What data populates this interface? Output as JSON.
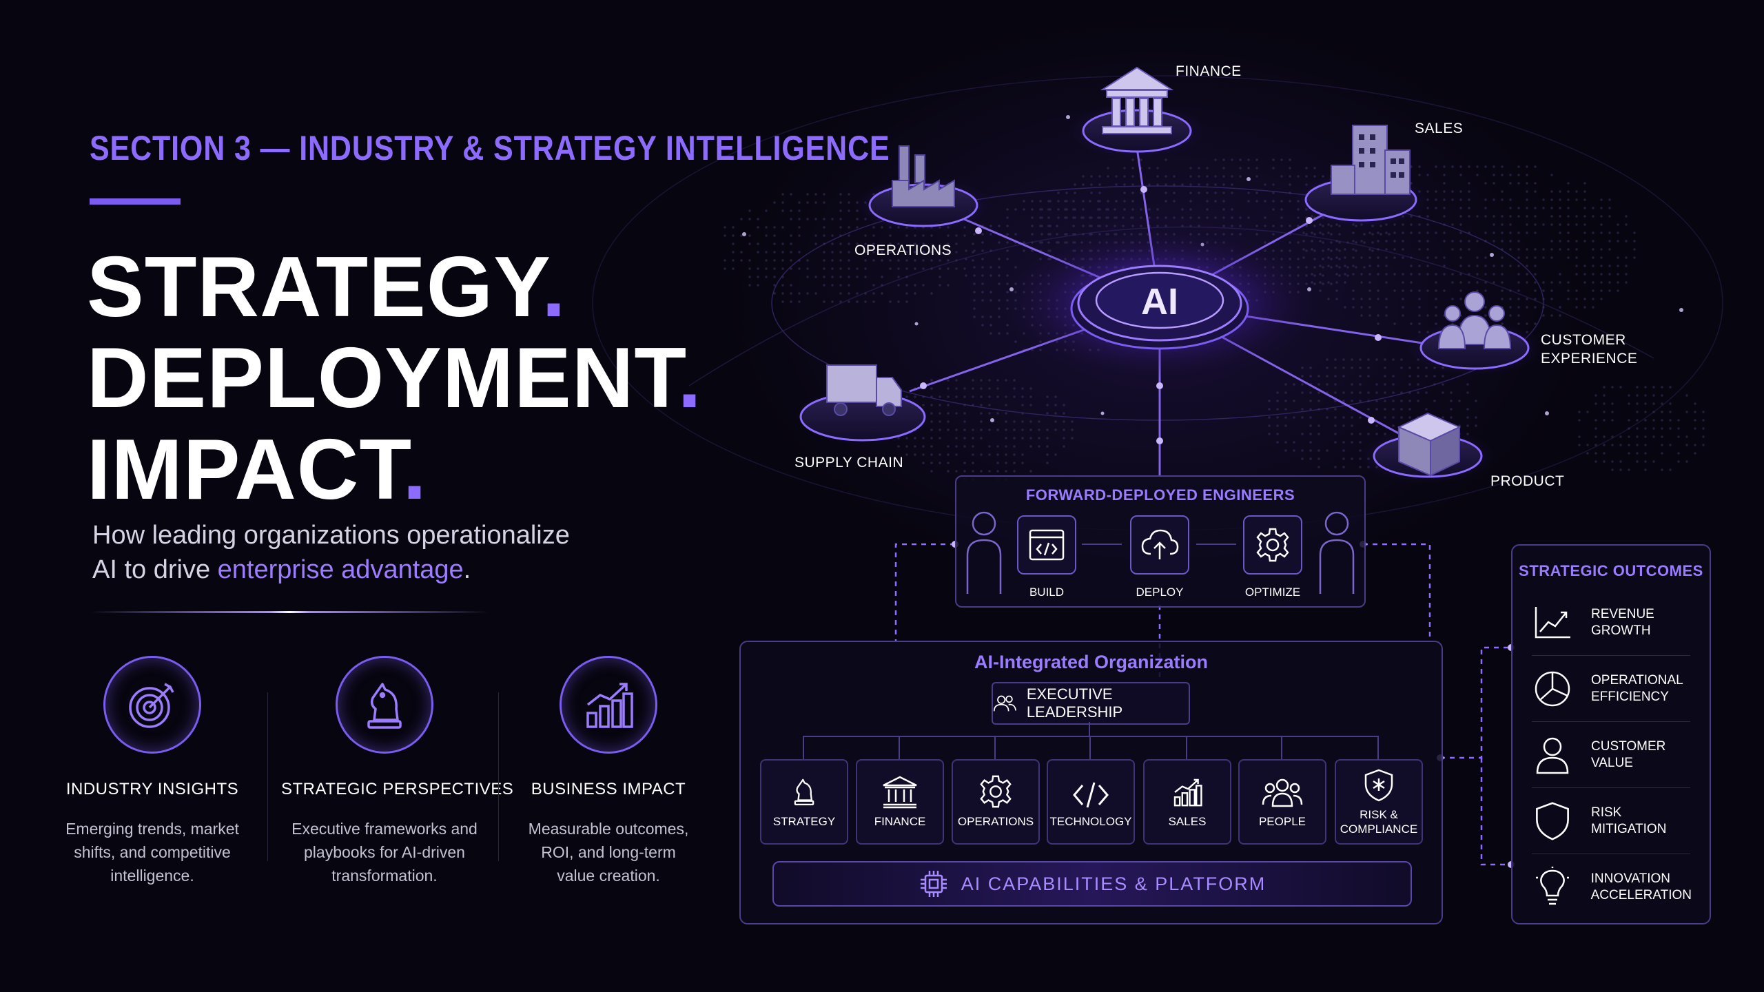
{
  "section": {
    "title": "SECTION 3 — INDUSTRY & STRATEGY INTELLIGENCE"
  },
  "hero": {
    "line1": "STRATEGY",
    "line2": "DEPLOYMENT",
    "line3": "IMPACT",
    "dot": "."
  },
  "subtitle": {
    "line1": "How leading organizations operationalize",
    "line2_prefix": "AI to drive ",
    "line2_accent": "enterprise advantage",
    "line2_suffix": "."
  },
  "features": [
    {
      "icon": "target-icon",
      "title": "INDUSTRY INSIGHTS",
      "desc": [
        "Emerging trends, market",
        "shifts, and competitive",
        "intelligence."
      ]
    },
    {
      "icon": "chess-knight-icon",
      "title": "STRATEGIC PERSPECTIVES",
      "desc": [
        "Executive frameworks and",
        "playbooks for AI-driven",
        "transformation."
      ]
    },
    {
      "icon": "bar-chart-growth-icon",
      "title": "BUSINESS IMPACT",
      "desc": [
        "Measurable outcomes,",
        "ROI, and long-term",
        "value creation."
      ]
    }
  ],
  "network": {
    "hub": "AI",
    "nodes": [
      {
        "id": "finance",
        "label": "FINANCE",
        "icon": "bank-icon"
      },
      {
        "id": "sales",
        "label": "SALES",
        "icon": "buildings-icon"
      },
      {
        "id": "operations",
        "label": "OPERATIONS",
        "icon": "factory-icon"
      },
      {
        "id": "customer-experience",
        "label": "CUSTOMER EXPERIENCE",
        "label_lines": [
          "CUSTOMER",
          "EXPERIENCE"
        ],
        "icon": "people-icon"
      },
      {
        "id": "supply-chain",
        "label": "SUPPLY CHAIN",
        "icon": "truck-icon"
      },
      {
        "id": "product",
        "label": "PRODUCT",
        "icon": "box-icon"
      }
    ]
  },
  "fde": {
    "title": "FORWARD-DEPLOYED ENGINEERS",
    "tools": [
      {
        "label": "BUILD",
        "icon": "code-window-icon"
      },
      {
        "label": "DEPLOY",
        "icon": "cloud-upload-icon"
      },
      {
        "label": "OPTIMIZE",
        "icon": "gear-icon"
      }
    ]
  },
  "org": {
    "title": "AI-Integrated Organization",
    "leadership": "EXECUTIVE LEADERSHIP",
    "departments": [
      {
        "label": "STRATEGY",
        "icon": "chess-knight-icon"
      },
      {
        "label": "FINANCE",
        "icon": "bank-icon"
      },
      {
        "label": "OPERATIONS",
        "icon": "gear-icon"
      },
      {
        "label": "TECHNOLOGY",
        "icon": "code-icon"
      },
      {
        "label": "SALES",
        "icon": "bar-chart-icon"
      },
      {
        "label": "PEOPLE",
        "icon": "people-icon"
      },
      {
        "label": "RISK & COMPLIANCE",
        "label_lines": [
          "RISK &",
          "COMPLIANCE"
        ],
        "icon": "shield-icon"
      }
    ],
    "platform": "AI CAPABILITIES & PLATFORM"
  },
  "outcomes": {
    "title": "STRATEGIC OUTCOMES",
    "items": [
      {
        "label": "REVENUE GROWTH",
        "label_lines": [
          "REVENUE",
          "GROWTH"
        ],
        "icon": "trend-up-icon"
      },
      {
        "label": "OPERATIONAL EFFICIENCY",
        "label_lines": [
          "OPERATIONAL",
          "EFFICIENCY"
        ],
        "icon": "pie-chart-icon"
      },
      {
        "label": "CUSTOMER VALUE",
        "label_lines": [
          "CUSTOMER",
          "VALUE"
        ],
        "icon": "person-icon"
      },
      {
        "label": "RISK MITIGATION",
        "label_lines": [
          "RISK",
          "MITIGATION"
        ],
        "icon": "shield-icon"
      },
      {
        "label": "INNOVATION ACCELERATION",
        "label_lines": [
          "INNOVATION",
          "ACCELERATION"
        ],
        "icon": "lightbulb-icon"
      }
    ]
  },
  "colors": {
    "accent": "#8e6bff",
    "background": "#07050f",
    "border": "#4a3c86"
  }
}
